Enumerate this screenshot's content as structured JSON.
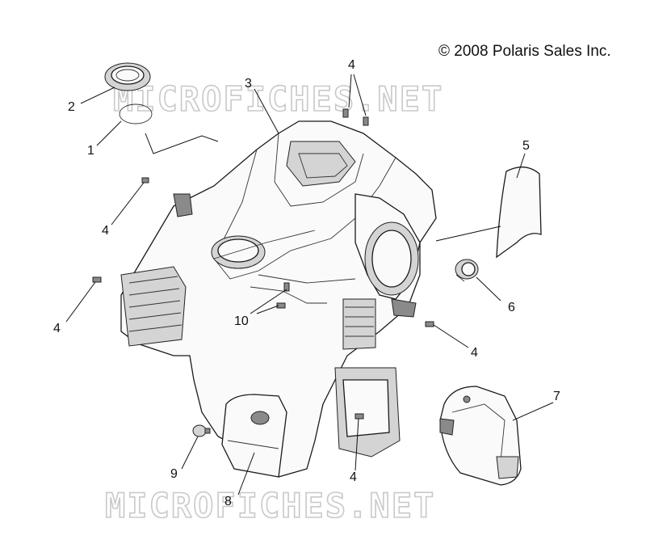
{
  "copyright": "© 2008 Polaris Sales Inc.",
  "watermark": "MICROFICHES.NET",
  "callouts": [
    {
      "id": "c2",
      "label": "2"
    },
    {
      "id": "c1",
      "label": "1"
    },
    {
      "id": "c3",
      "label": "3"
    },
    {
      "id": "c4a",
      "label": "4"
    },
    {
      "id": "c5",
      "label": "5"
    },
    {
      "id": "c4b",
      "label": "4"
    },
    {
      "id": "c4c",
      "label": "4"
    },
    {
      "id": "c6",
      "label": "6"
    },
    {
      "id": "c10",
      "label": "10"
    },
    {
      "id": "c4d",
      "label": "4"
    },
    {
      "id": "c7",
      "label": "7"
    },
    {
      "id": "c9",
      "label": "9"
    },
    {
      "id": "c8",
      "label": "8"
    },
    {
      "id": "c4e",
      "label": "4"
    }
  ]
}
